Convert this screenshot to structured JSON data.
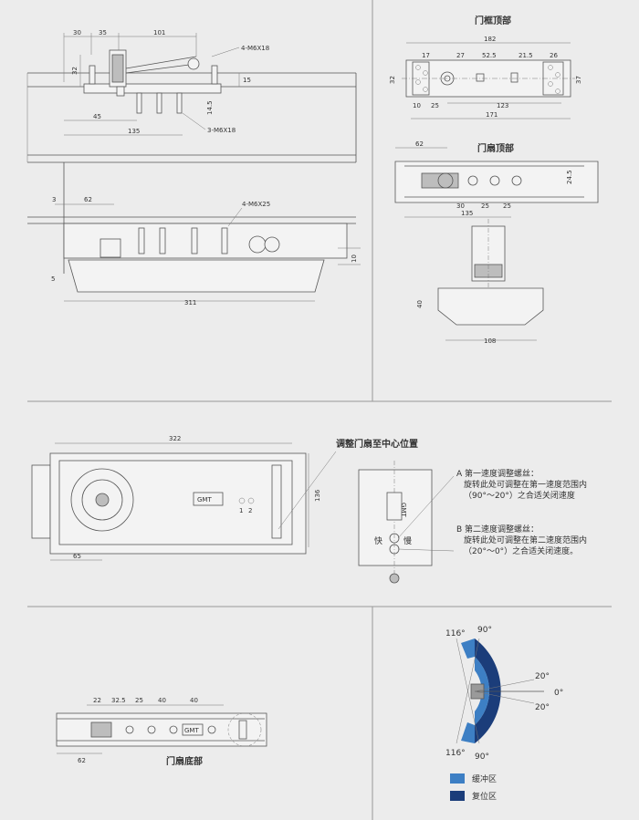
{
  "titles": {
    "frame_top": "门框顶部",
    "door_top": "门扇顶部",
    "door_bottom": "门扇底部",
    "adjust_center": "调整门扇至中心位置"
  },
  "dims": {
    "tl_30": "30",
    "tl_35": "35",
    "tl_101": "101",
    "tl_m6x18_4": "4-M6X18",
    "tl_32": "32",
    "tl_15": "15",
    "tl_45": "45",
    "tl_14_5": "14.5",
    "tl_135": "135",
    "tl_m6x18_3": "3-M6X18",
    "tl_3": "3",
    "tl_62": "62",
    "tl_m6x25": "4-M6X25",
    "tl_10": "10",
    "tl_5": "5",
    "tl_311": "311",
    "ft_182": "182",
    "ft_17": "17",
    "ft_27": "27",
    "ft_52_5": "52.5",
    "ft_21_5": "21.5",
    "ft_26": "26",
    "ft_32": "32",
    "ft_37": "37",
    "ft_10": "10",
    "ft_25": "25",
    "ft_123": "123",
    "ft_171": "171",
    "dt_62": "62",
    "dt_24_5": "24.5",
    "dt_30": "30",
    "dt_25a": "25",
    "dt_25b": "25",
    "dt_135": "135",
    "dt_40": "40",
    "dt_108": "108",
    "mid_322": "322",
    "mid_136": "136",
    "mid_65": "65",
    "db_22": "22",
    "db_32_5": "32.5",
    "db_25": "25",
    "db_40a": "40",
    "db_40b": "40",
    "db_62": "62"
  },
  "labels": {
    "gmt": "GMT",
    "n1": "1",
    "n2": "2",
    "fast": "快",
    "slow": "慢",
    "a_title": "A  第一速度调整螺丝：",
    "a_l1": "旋转此处可调整在第一速度范围内",
    "a_l2": "（90°～20°）之合适关闭速度",
    "b_title": "B  第二速度调整螺丝：",
    "b_l1": "旋转此处可调整在第二速度范围内",
    "b_l2": "（20°～0°）之合适关闭速度。"
  },
  "angles": {
    "a116_top": "116°",
    "a90_top": "90°",
    "a20_top": "20°",
    "a0": "0°",
    "a20_bot": "20°",
    "a116_bot": "116°",
    "a90_bot": "90°"
  },
  "legend": {
    "buffer": "缓冲区",
    "reset": "复位区",
    "buffer_color": "#3d7fc4",
    "reset_color": "#1b3d7a"
  }
}
